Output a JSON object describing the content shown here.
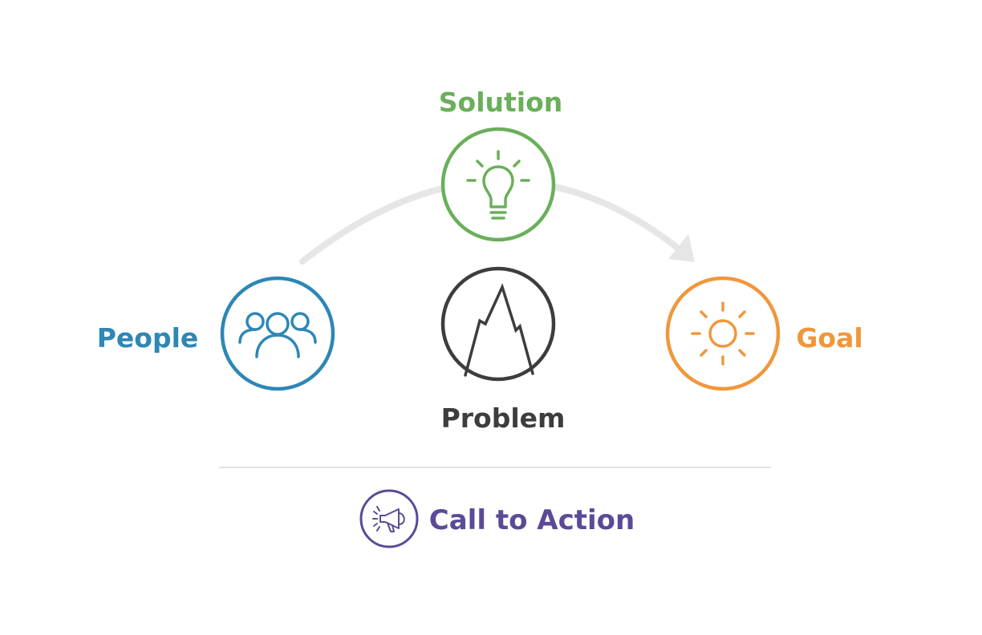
{
  "nodes": {
    "solution": {
      "label": "Solution",
      "color": "#6aaf5a",
      "icon": "lightbulb-icon"
    },
    "people": {
      "label": "People",
      "color": "#2e87b5",
      "icon": "people-icon"
    },
    "problem": {
      "label": "Problem",
      "color": "#3d3d3d",
      "icon": "mountain-icon"
    },
    "goal": {
      "label": "Goal",
      "color": "#f0973b",
      "icon": "sun-icon"
    }
  },
  "call_to_action": {
    "label": "Call to Action",
    "color": "#5c4a97",
    "icon": "megaphone-icon"
  },
  "colors": {
    "arc": "#e6e6e6",
    "divider": "#e3e3e3",
    "background": "#ffffff"
  }
}
